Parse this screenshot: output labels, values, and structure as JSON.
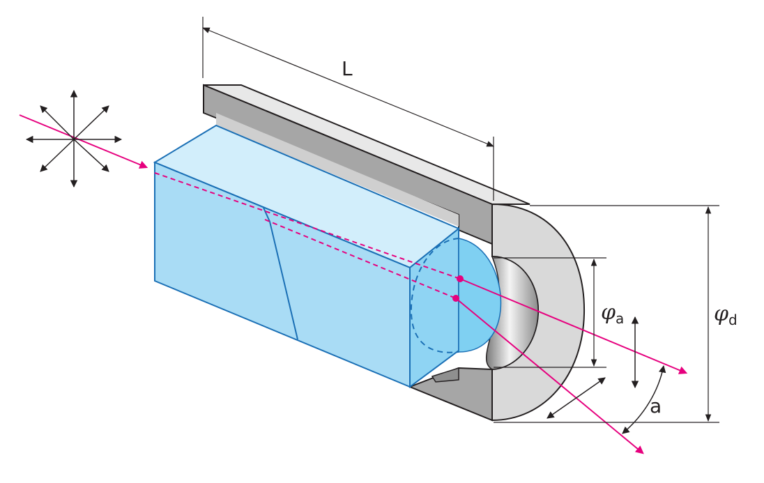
{
  "labels": {
    "length": "L",
    "aperture_symbol": "φ",
    "aperture_subscript": "a",
    "diameter_symbol": "φ",
    "diameter_subscript": "d",
    "angle": "a"
  },
  "colors": {
    "beam": "#e6007e",
    "crystal_face": "#a9dcf5",
    "crystal_top": "#d2eefb",
    "crystal_end": "#7fd0f2",
    "crystal_edge": "#1a6fb5",
    "housing_face": "#d9d9d9",
    "housing_dark": "#a6a6a6",
    "housing_top": "#e8e8e8",
    "line": "#231f20"
  },
  "icons": [
    "polarization-star-icon",
    "beam-arrow-icon"
  ]
}
